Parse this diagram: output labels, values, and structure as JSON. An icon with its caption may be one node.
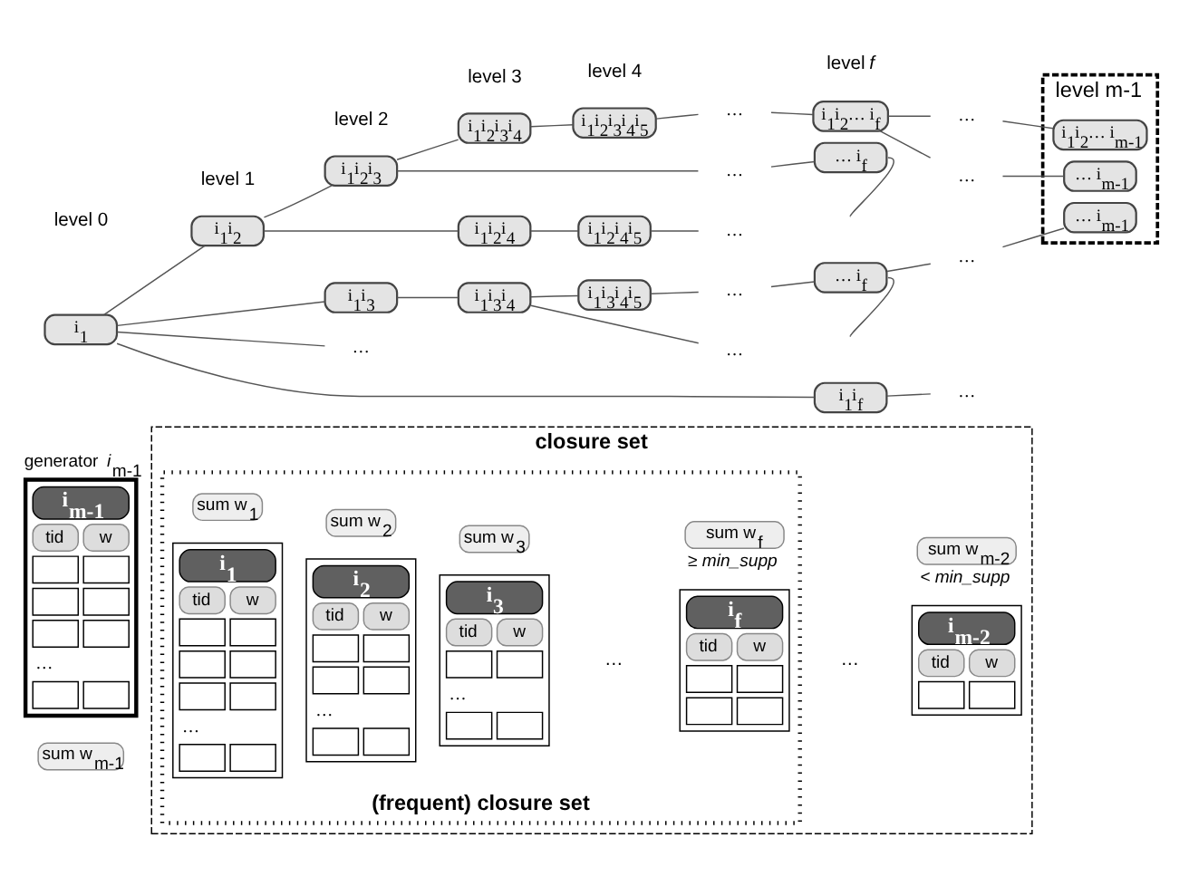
{
  "diagram": {
    "nodes": [
      {
        "text": [
          "i$_{1}$"
        ]
      },
      {
        "text": [
          "i$_{1}$i$_{2}$"
        ]
      },
      {
        "text": [
          "i$_{1}$i$_{2}$i$_{3}$"
        ]
      },
      {
        "text": [
          "i$_{1}$i$_{2}$i$_{3}$i$_{4}$"
        ]
      },
      {
        "text": [
          "i$_{1}$i$_{2}$i$_{3}$i$_{4}$i$_{5}$"
        ]
      },
      {
        "text": [
          "…"
        ]
      },
      {
        "text": [
          "i$_{1}$i$_{2}$… i$_{f}$"
        ]
      },
      {
        "text": [
          "…"
        ]
      },
      {
        "text": [
          "level m-1"
        ]
      },
      {
        "text": [
          "i$_{1}$i$_{2}$… i$_{m-1}$"
        ],
        "in": 8
      },
      {
        "text": [
          "…"
        ]
      },
      {
        "text": [
          "… i$_{f}$"
        ]
      },
      {
        "text": [
          "…"
        ]
      },
      {
        "text": [
          "… i$_{m-1}$"
        ],
        "in": 8
      },
      {
        "text": [
          "i$_{1}$i$_{2}$i$_{4}$"
        ]
      },
      {
        "text": [
          "i$_{1}$i$_{2}$i$_{4}$i$_{5}$"
        ]
      },
      {
        "text": [
          "…"
        ]
      },
      {
        "text": [
          "i$_{1}$i$_{3}$"
        ]
      },
      {
        "text": [
          "i$_{1}$i$_{3}$i$_{4}$"
        ]
      },
      {
        "text": [
          "i$_{1}$i$_{3}$i$_{4}$i$_{5}$"
        ]
      },
      {
        "text": [
          "…"
        ]
      },
      {
        "text": [
          "… i$_{f}$"
        ]
      },
      {
        "text": [
          "…"
        ]
      },
      {
        "text": [
          "… i$_{m-1}$"
        ],
        "in": 8
      },
      {
        "text": [
          "…"
        ]
      },
      {
        "text": [
          "i$_{1}$i$_{f}$"
        ]
      },
      {
        "text": [
          "…"
        ]
      },
      {
        "text": [
          "…"
        ]
      },
      {
        "text": [
          "closure set"
        ]
      },
      {
        "text": [
          "(frequent) closure set"
        ],
        "in": 28
      },
      {
        "text": [
          "i$_{1}$",
          "tid",
          "w",
          "…"
        ],
        "in": 29
      },
      {
        "text": [
          "sum w$_{1}$"
        ],
        "in": 29
      },
      {
        "text": [
          "i$_{2}$",
          "tid",
          "w",
          "…"
        ],
        "in": 29
      },
      {
        "text": [
          "sum w$_{2}$"
        ],
        "in": 29
      },
      {
        "text": [
          "i$_{3}$",
          "tid",
          "w",
          "…"
        ],
        "in": 29
      },
      {
        "text": [
          "sum w$_{3}$"
        ],
        "in": 29
      },
      {
        "text": [
          "i$_{f}$",
          "tid",
          "w"
        ],
        "in": 29
      },
      {
        "text": [
          "sum w$_{f}$"
        ],
        "beside": [
          "≥ min_supp"
        ],
        "in": 29
      },
      {
        "text": [
          "i$_{m-2}$",
          "tid",
          "w"
        ],
        "in": 28
      },
      {
        "text": [
          "sum w$_{m-2}$"
        ],
        "beside": [
          "< min_supp"
        ],
        "in": 28
      },
      {
        "text": [
          "generator *i*$_{m-1}$",
          "i$_{m-1}$",
          "tid",
          "w",
          "…"
        ]
      },
      {
        "text": [
          "sum w$_{m-1}$"
        ]
      }
    ],
    "edges": [
      {
        "from": 0,
        "to": 1,
        "arrow": "none"
      },
      {
        "from": 1,
        "to": 2,
        "arrow": "none"
      },
      {
        "from": 2,
        "to": 3,
        "arrow": "none"
      },
      {
        "from": 3,
        "to": 4,
        "arrow": "none"
      },
      {
        "from": 4,
        "to": 5,
        "arrow": "none"
      },
      {
        "from": 5,
        "to": 6,
        "arrow": "none"
      },
      {
        "from": 6,
        "to": 7,
        "arrow": "none"
      },
      {
        "from": 7,
        "to": 9,
        "arrow": "none"
      },
      {
        "from": 2,
        "to": 10,
        "arrow": "none"
      },
      {
        "from": 10,
        "to": 11,
        "arrow": "none"
      },
      {
        "from": 11,
        "to": null,
        "arrow": "none"
      },
      {
        "from": 6,
        "to": 12,
        "arrow": "none"
      },
      {
        "from": 12,
        "to": 13,
        "arrow": "none"
      },
      {
        "from": 1,
        "to": 14,
        "arrow": "none"
      },
      {
        "from": 14,
        "to": 15,
        "arrow": "none"
      },
      {
        "from": 15,
        "to": 16,
        "arrow": "none"
      },
      {
        "from": 0,
        "to": 17,
        "arrow": "none"
      },
      {
        "from": 17,
        "to": 18,
        "arrow": "none"
      },
      {
        "from": 18,
        "to": 19,
        "arrow": "none"
      },
      {
        "from": 19,
        "to": 20,
        "arrow": "none"
      },
      {
        "from": 20,
        "to": 21,
        "arrow": "none"
      },
      {
        "from": 21,
        "to": 22,
        "arrow": "none"
      },
      {
        "from": 22,
        "to": 23,
        "arrow": "none"
      },
      {
        "from": 21,
        "to": null,
        "arrow": "none"
      },
      {
        "from": 18,
        "to": 27,
        "arrow": "none"
      },
      {
        "from": 0,
        "to": 24,
        "arrow": "none"
      },
      {
        "from": 0,
        "to": 25,
        "arrow": "none"
      },
      {
        "from": 25,
        "to": 26,
        "arrow": "none"
      }
    ],
    "labels": [
      "level 0",
      "level 1",
      "level 2",
      "level 3",
      "level 4",
      "level *f*",
      "…",
      "…"
    ]
  }
}
